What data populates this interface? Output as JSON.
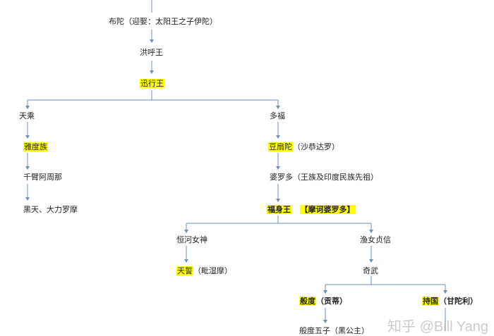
{
  "nodes": {
    "budha": {
      "name": "布陀",
      "note": "（迎娶：太阳王之子伊陀）"
    },
    "hong_hu_wang": {
      "name": "洪呼王"
    },
    "xun_xing_wang": {
      "name": "迅行王"
    },
    "tian_cheng": {
      "name": "天乘"
    },
    "ya_du_zu": {
      "name": "雅度族"
    },
    "qian_bi_a_zhou_na": {
      "name": "千臂阿周那"
    },
    "hei_tian": {
      "name": "黑天、大力罗摩"
    },
    "duo_fu": {
      "name": "多福"
    },
    "dou_shan_tuo": {
      "name": "豆扇陀",
      "note": "（沙恭达罗）"
    },
    "po_luo_duo": {
      "name": "婆罗多",
      "note": "（王族及印度民族先祖）"
    },
    "fu_shen_wang": {
      "name": "福身王",
      "note": "【摩诃婆罗多】"
    },
    "heng_he_nv_shen": {
      "name": "恒河女神"
    },
    "yu_nv_zhen_xin": {
      "name": "渔女贞信"
    },
    "tian_shi": {
      "name": "天誓",
      "note": "（毗湿摩）"
    },
    "qi_wu": {
      "name": "奇武"
    },
    "ban_du": {
      "name": "般度",
      "note": "（贡蒂）"
    },
    "chi_guo": {
      "name": "持国",
      "note": "（甘陀利）"
    },
    "ban_du_wu_zi": {
      "name": "般度五子",
      "note": "（黑公主）"
    }
  },
  "colors": {
    "edge": "#6b8fbf",
    "highlight": "#ffff00"
  },
  "watermark": "知乎 @Bill Yang"
}
